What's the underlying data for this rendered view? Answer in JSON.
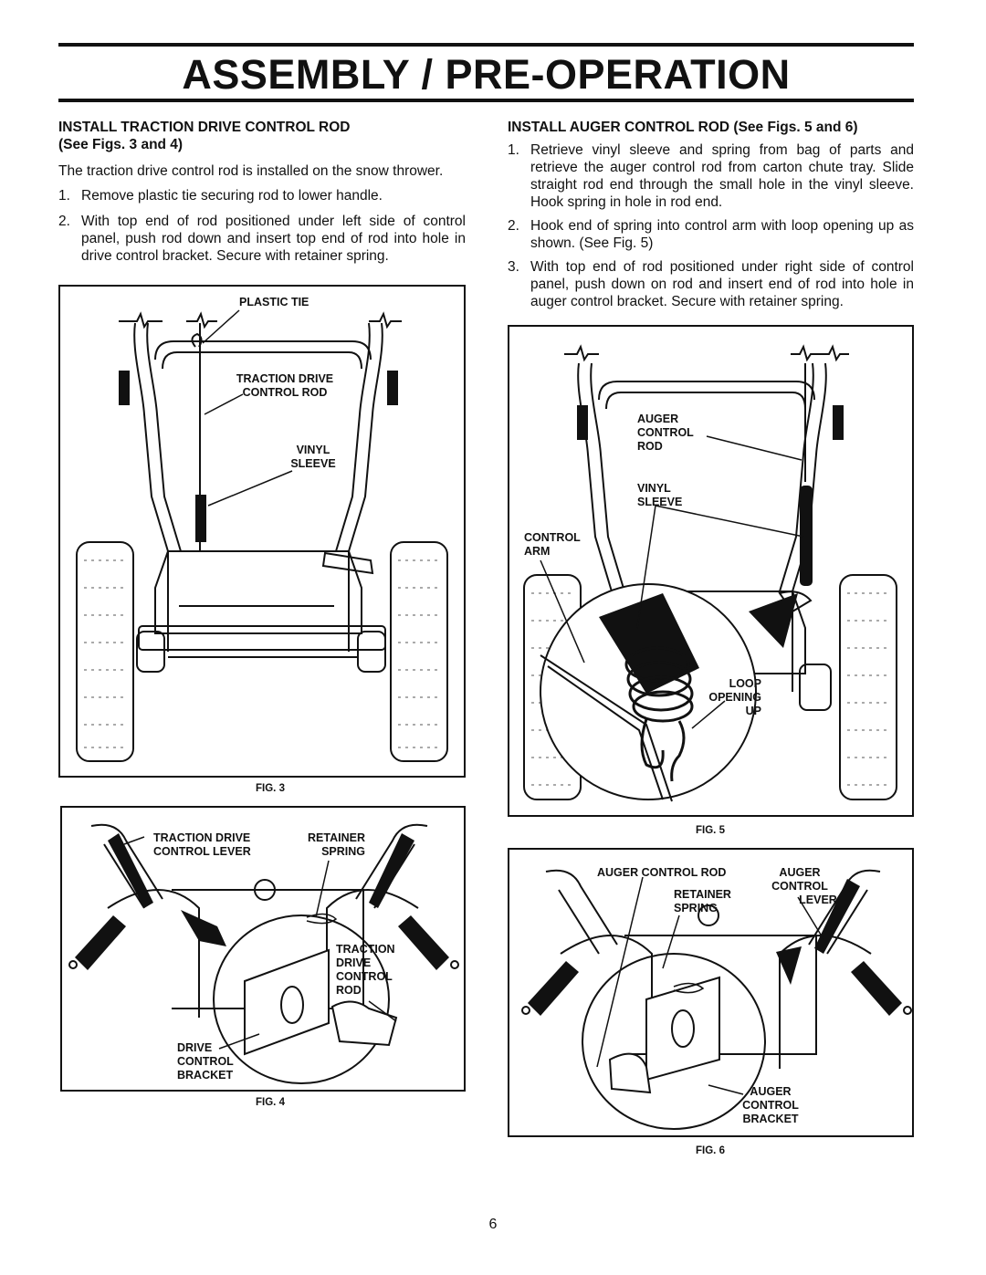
{
  "page": {
    "title": "ASSEMBLY / PRE-OPERATION",
    "page_number": "6"
  },
  "left": {
    "heading_line1": "INSTALL TRACTION DRIVE CONTROL ROD",
    "heading_line2": "(See Figs. 3 and 4)",
    "intro": "The traction drive control rod is installed on the snow thrower.",
    "steps": [
      {
        "num": "1.",
        "text": "Remove plastic tie securing rod to lower handle."
      },
      {
        "num": "2.",
        "text": "With top end of rod positioned under left side of control panel, push rod down and insert top end of rod into hole in drive control bracket. Secure with retainer spring."
      }
    ]
  },
  "right": {
    "heading": "INSTALL AUGER CONTROL ROD (See Figs. 5 and 6)",
    "steps": [
      {
        "num": "1.",
        "text": "Retrieve vinyl sleeve and spring from bag of parts and retrieve the auger control rod from carton chute tray. Slide straight rod end through the small hole in the vinyl sleeve. Hook spring in hole in rod end."
      },
      {
        "num": "2.",
        "text": "Hook end of spring into control arm with loop opening up as shown. (See Fig. 5)"
      },
      {
        "num": "3.",
        "text": "With top end of rod positioned under right side of control panel, push down on rod and insert end of rod into hole in auger control bracket. Secure with retainer spring."
      }
    ]
  },
  "fig3": {
    "caption": "FIG. 3",
    "plastic_tie": "PLASTIC TIE",
    "rod_1": "TRACTION DRIVE",
    "rod_2": "CONTROL ROD",
    "sleeve_1": "VINYL",
    "sleeve_2": "SLEEVE"
  },
  "fig4": {
    "caption": "FIG. 4",
    "lever_1": "TRACTION DRIVE",
    "lever_2": "CONTROL LEVER",
    "retainer_1": "RETAINER",
    "retainer_2": "SPRING",
    "rod_1": "TRACTION",
    "rod_2": "DRIVE",
    "rod_3": "CONTROL",
    "rod_4": "ROD",
    "bracket_1": "DRIVE",
    "bracket_2": "CONTROL",
    "bracket_3": "BRACKET"
  },
  "fig5": {
    "caption": "FIG. 5",
    "rod_1": "AUGER",
    "rod_2": "CONTROL",
    "rod_3": "ROD",
    "sleeve_1": "VINYL",
    "sleeve_2": "SLEEVE",
    "arm_1": "CONTROL",
    "arm_2": "ARM",
    "loop_1": "LOOP",
    "loop_2": "OPENING",
    "loop_3": "UP"
  },
  "fig6": {
    "caption": "FIG. 6",
    "rod": "AUGER CONTROL ROD",
    "lever_1": "AUGER",
    "lever_2": "CONTROL",
    "lever_3": "LEVER",
    "retainer_1": "RETAINER",
    "retainer_2": "SPRING",
    "bracket_1": "AUGER",
    "bracket_2": "CONTROL",
    "bracket_3": "BRACKET"
  }
}
